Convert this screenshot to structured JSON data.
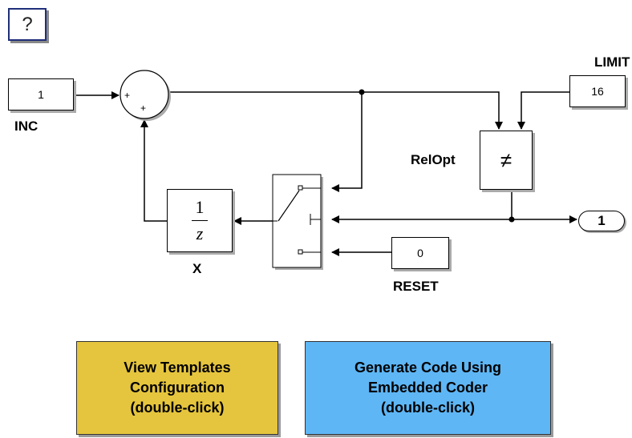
{
  "help_button": {
    "label": "?"
  },
  "blocks": {
    "inc": {
      "value": "1",
      "name": "INC"
    },
    "limit": {
      "value": "16",
      "name": "LIMIT"
    },
    "reset": {
      "value": "0",
      "name": "RESET"
    },
    "sum": {
      "signs": [
        "+",
        "+"
      ]
    },
    "relop": {
      "symbol": "≠",
      "name": "RelOpt"
    },
    "delay": {
      "numerator": "1",
      "denominator": "z",
      "name": "X"
    },
    "outport": {
      "label": "1"
    }
  },
  "areas": {
    "view_templates": {
      "line1": "View Templates",
      "line2": "Configuration",
      "line3": "(double-click)",
      "color": "#e5c53e"
    },
    "generate_code": {
      "line1": "Generate Code Using",
      "line2": "Embedded Coder",
      "line3": "(double-click)",
      "color": "#5eb6f5"
    }
  },
  "colors": {
    "wire": "#000000",
    "shadow": "#aaaaaa"
  }
}
